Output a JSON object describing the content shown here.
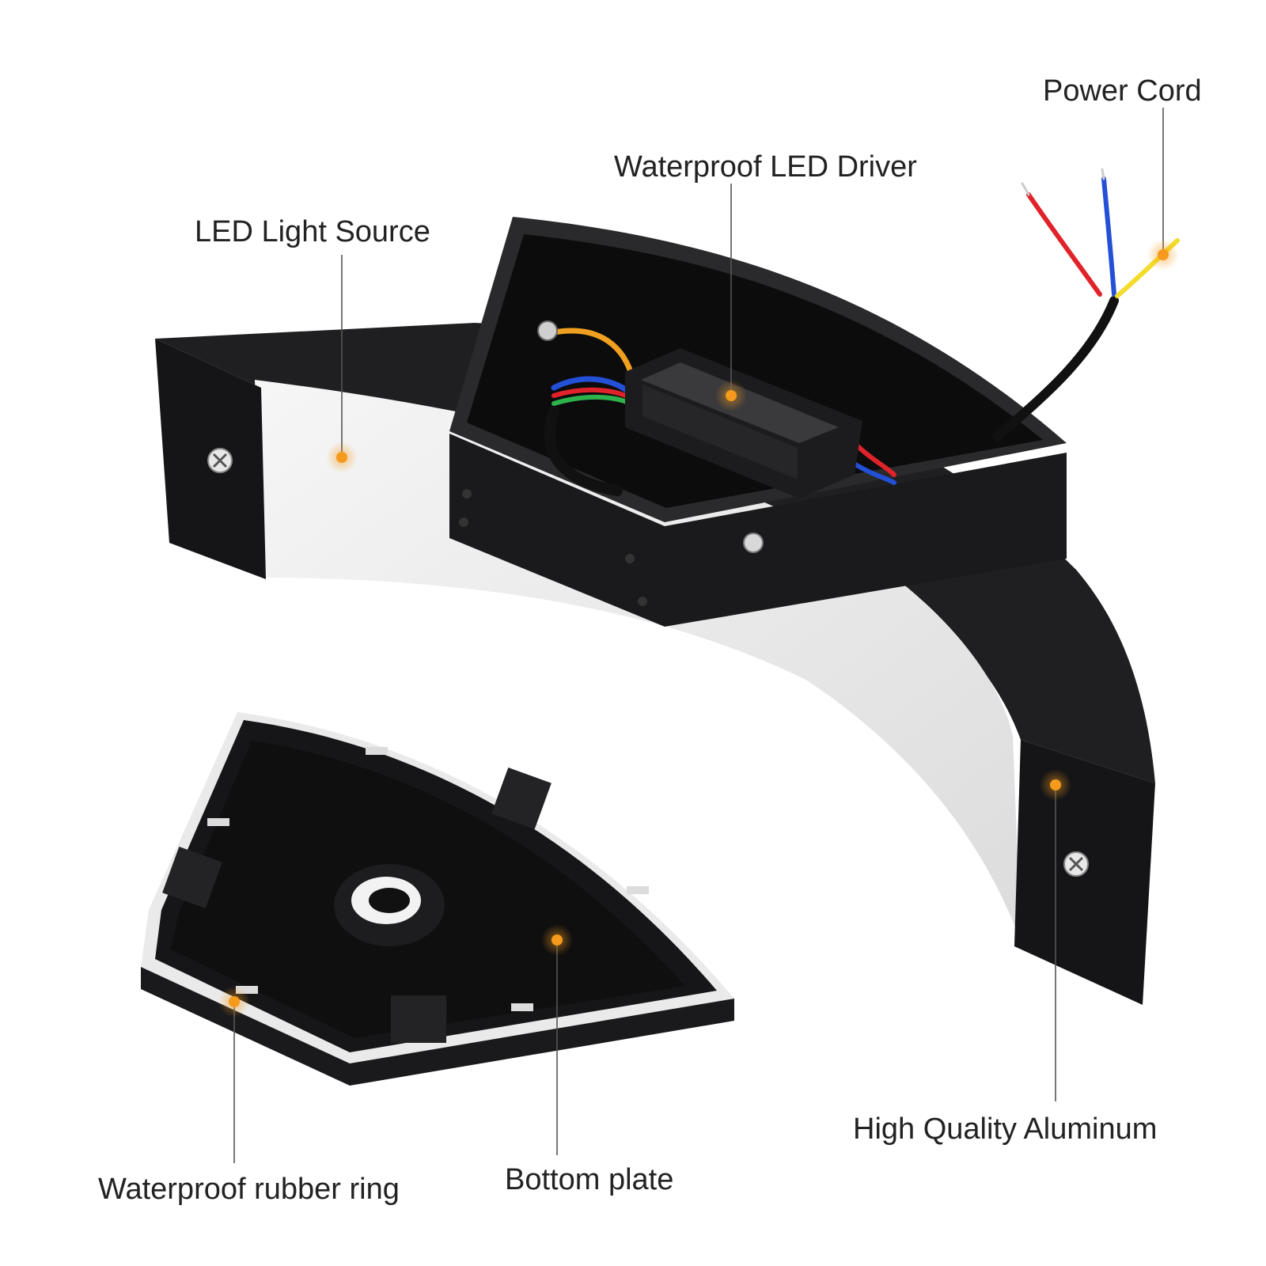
{
  "callouts": {
    "power_cord": "Power Cord",
    "led_driver": "Waterproof LED Driver",
    "light_source": "LED Light Source",
    "aluminum": "High Quality Aluminum",
    "bottom_plate": "Bottom plate",
    "rubber_ring": "Waterproof rubber ring"
  },
  "colors": {
    "housing": "#1b1b1d",
    "diffuser": "#efefef",
    "marker": "#f59a1c",
    "leader_line": "#555555",
    "wire_red": "#e0232a",
    "wire_blue": "#2350d6",
    "wire_yellow": "#f3dc2c"
  }
}
